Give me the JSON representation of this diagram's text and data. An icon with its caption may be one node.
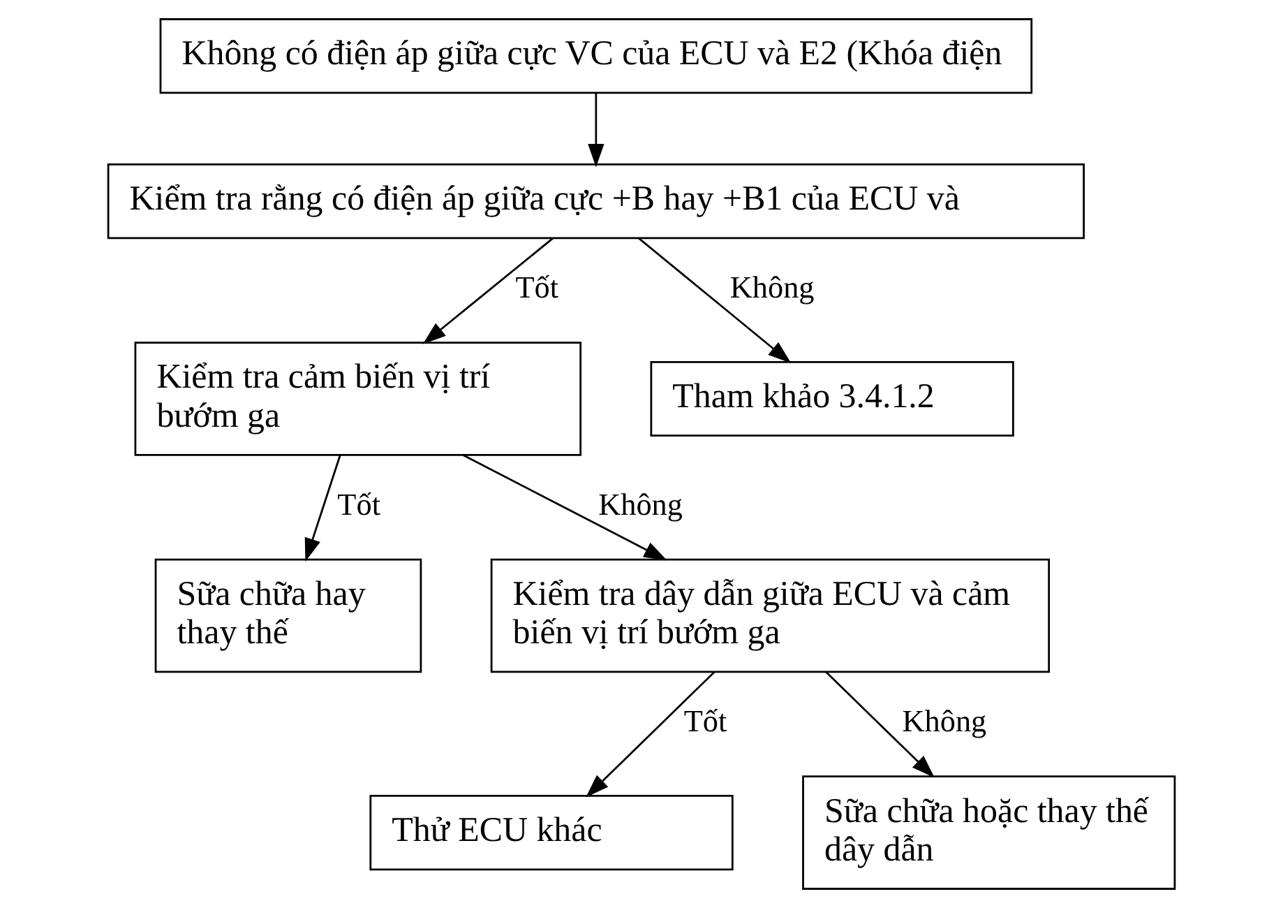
{
  "diagram": {
    "nodes": [
      {
        "text": [
          "Không có điện áp giữa cực VC của ECU và E2 (Khóa điện"
        ]
      },
      {
        "text": [
          "Kiểm tra rằng có điện áp giữa cực +B hay +B1 của ECU và"
        ]
      },
      {
        "text": [
          "Kiểm tra cảm biến vị trí bướm ga"
        ]
      },
      {
        "text": [
          "Tham khảo 3.4.1.2"
        ]
      },
      {
        "text": [
          "Sữa chữa hay thay thế"
        ]
      },
      {
        "text": [
          "Kiểm tra dây dẫn giữa ECU và cảm biến vị trí bướm ga"
        ]
      },
      {
        "text": [
          "Thử ECU khác"
        ]
      },
      {
        "text": [
          "Sữa chữa hoặc thay thế dây dẫn"
        ]
      }
    ],
    "edges": [
      {
        "from": 0,
        "to": 1,
        "arrow": "to"
      },
      {
        "from": 1,
        "to": 2,
        "arrow": "to",
        "label": "Tốt"
      },
      {
        "from": 1,
        "to": 3,
        "arrow": "to",
        "label": "Không"
      },
      {
        "from": 2,
        "to": 4,
        "arrow": "to",
        "label": "Tốt"
      },
      {
        "from": 2,
        "to": 5,
        "arrow": "to",
        "label": "Không"
      },
      {
        "from": 5,
        "to": 6,
        "arrow": "to",
        "label": "Tốt"
      },
      {
        "from": 5,
        "to": 7,
        "arrow": "to",
        "label": "Không"
      }
    ]
  }
}
